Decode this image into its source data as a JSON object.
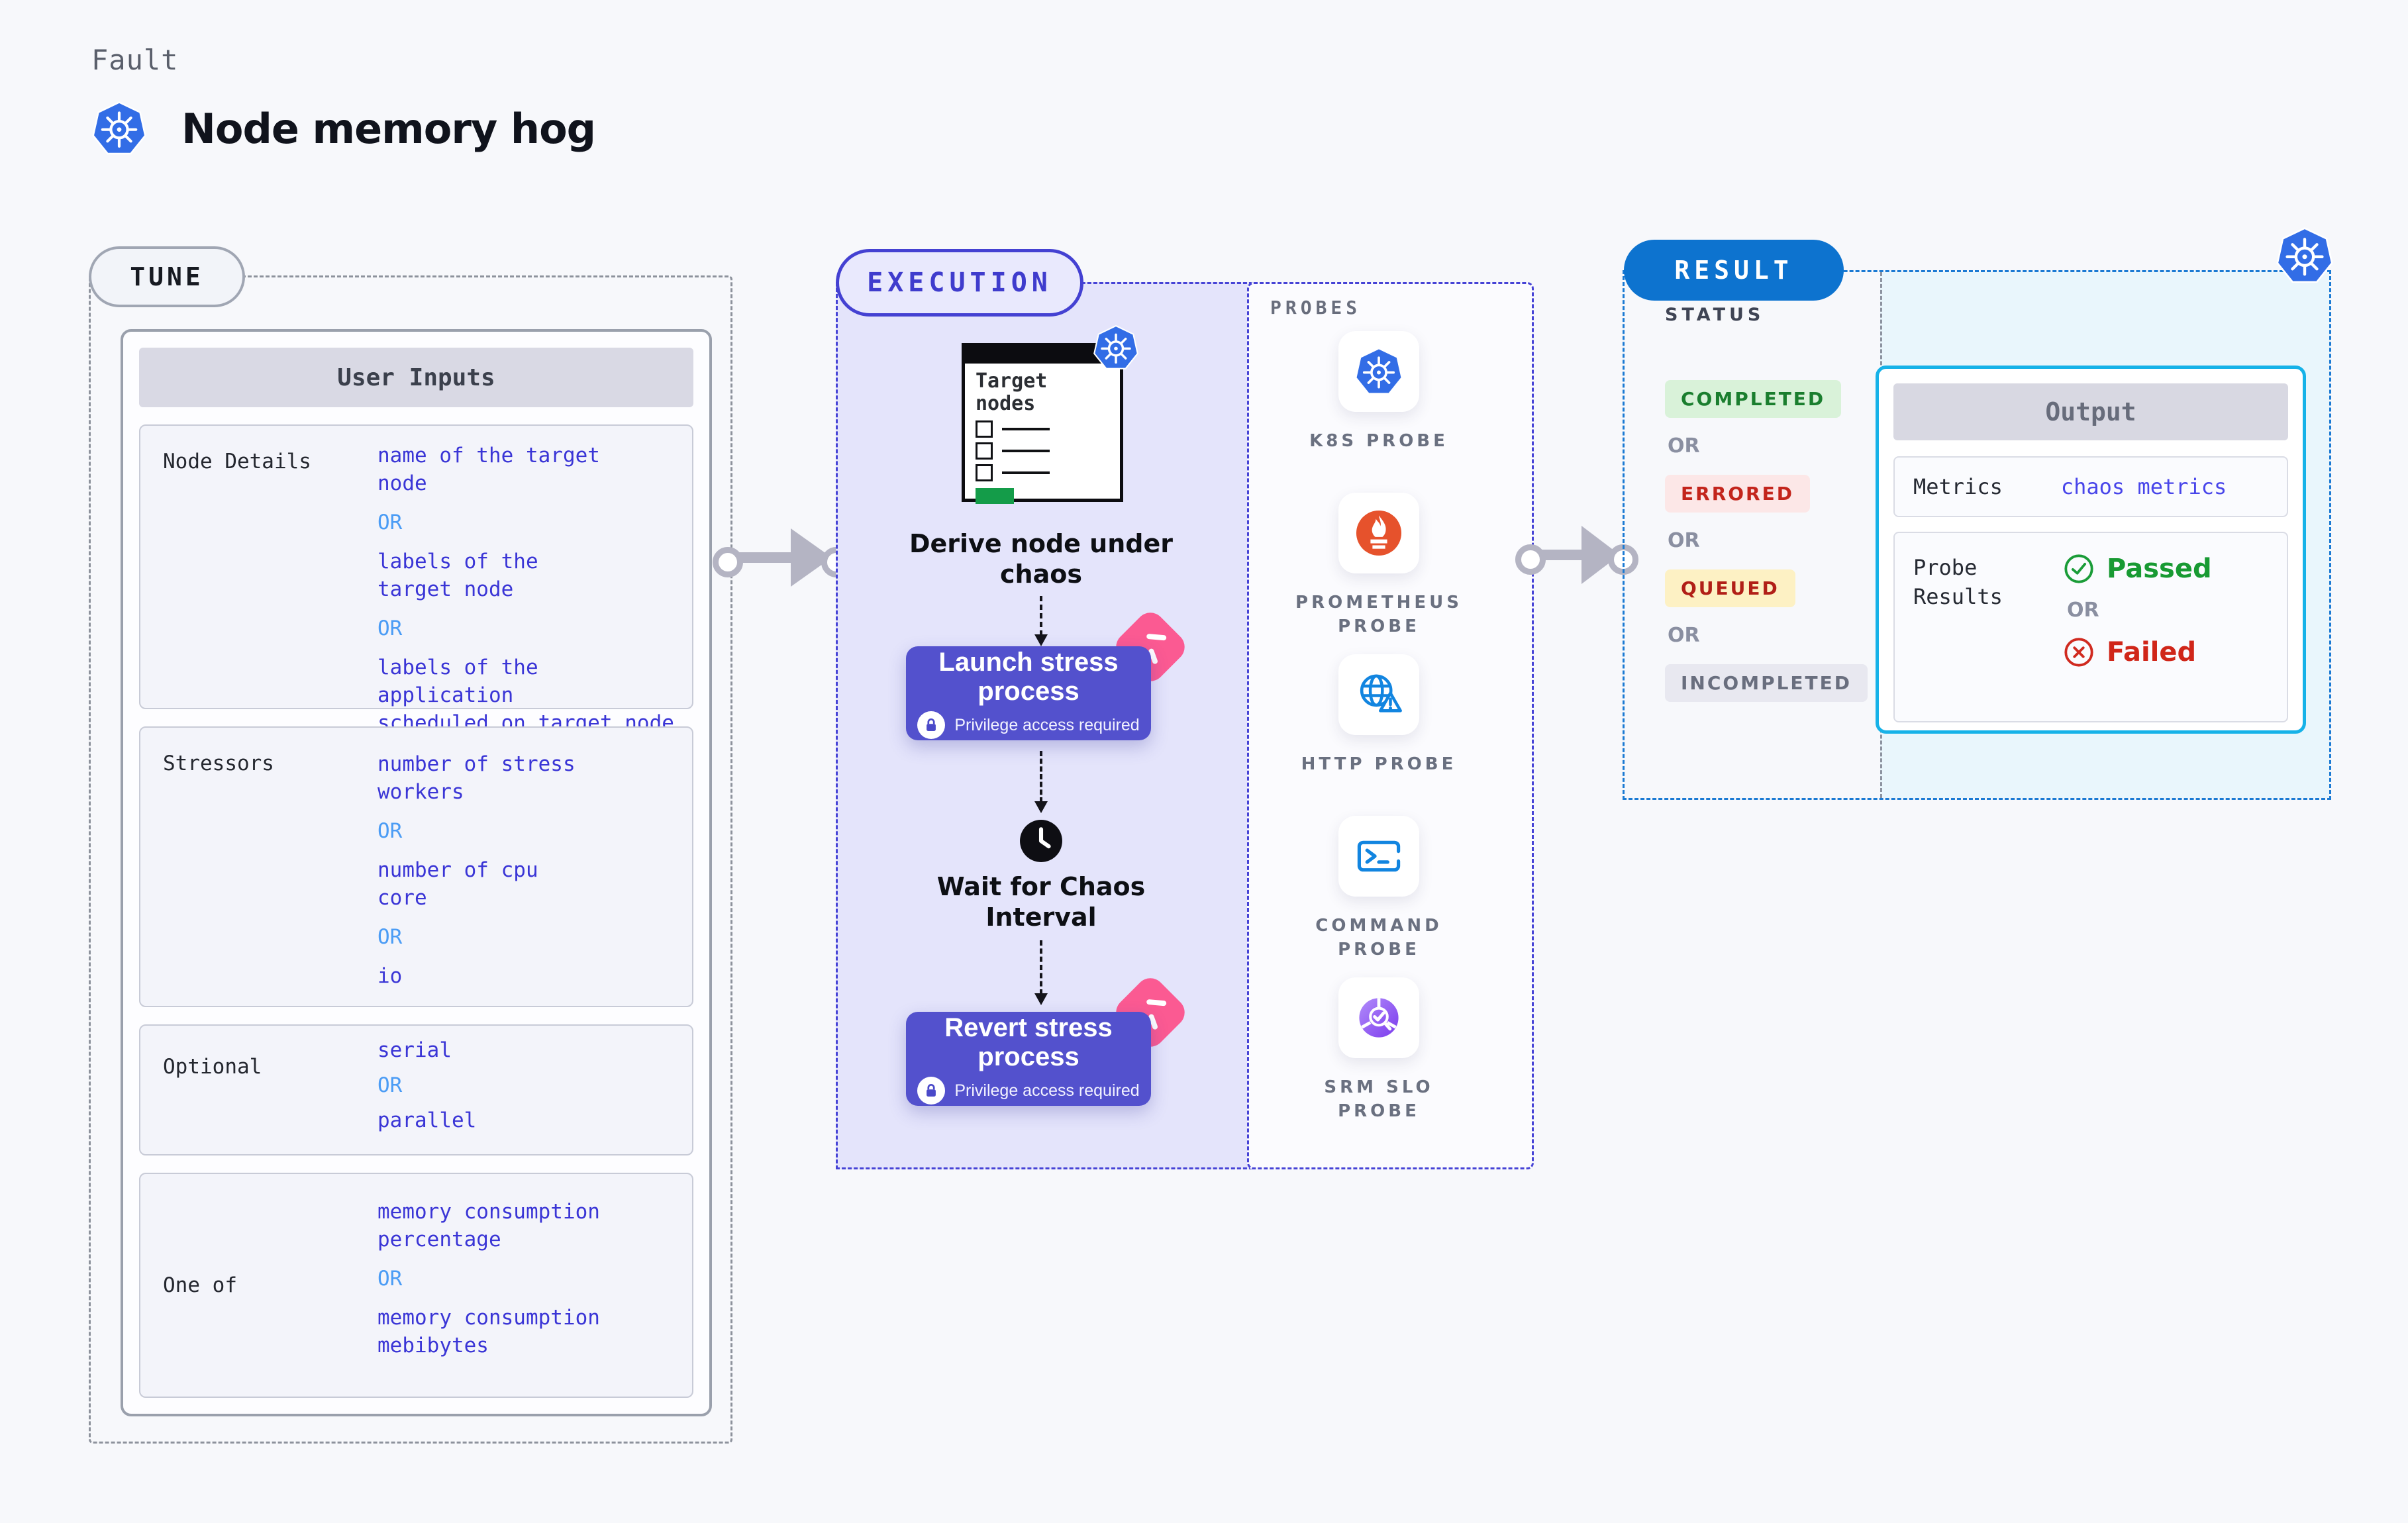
{
  "palette": {
    "k8s_blue": "#326de6",
    "exec_accent": "#4441d2",
    "button_bg": "#5351cd",
    "pink_badge": "#fb5a92",
    "result_blue": "#0d73cf",
    "output_border": "#16b2e8",
    "value_indigo": "#3a35d6",
    "or_blue": "#4b9cf5",
    "passed_green": "#189a33",
    "failed_red": "#d02619",
    "prometheus_orange": "#e6522c"
  },
  "header": {
    "kicker": "Fault",
    "title": "Node memory hog"
  },
  "tune": {
    "badge": "TUNE",
    "panel_title": "User Inputs",
    "or": "OR",
    "rows": [
      {
        "label": "Node Details",
        "options": [
          "name of the target\nnode",
          "labels of the\ntarget node",
          "labels of the application\nscheduled on target node"
        ]
      },
      {
        "label": "Stressors",
        "options": [
          "number of stress\nworkers",
          "number of cpu\ncore",
          "io"
        ]
      },
      {
        "label": "Optional",
        "options": [
          "serial",
          "parallel"
        ]
      },
      {
        "label": "One of",
        "options": [
          "memory consumption\npercentage",
          "memory consumption\nmebibytes"
        ]
      }
    ]
  },
  "execution": {
    "badge": "EXECUTION",
    "target_card_title": "Target nodes",
    "step1": "Derive node under chaos",
    "launch": {
      "title": "Launch stress process",
      "subtitle": "Privilege access required"
    },
    "wait": "Wait for Chaos Interval",
    "revert": {
      "title": "Revert stress process",
      "subtitle": "Privilege access required"
    }
  },
  "probes": {
    "title": "PROBES",
    "items": [
      {
        "label": "K8S PROBE",
        "icon": "kubernetes-icon"
      },
      {
        "label": "PROMETHEUS PROBE",
        "icon": "prometheus-icon"
      },
      {
        "label": "HTTP PROBE",
        "icon": "globe-warning-icon"
      },
      {
        "label": "COMMAND PROBE",
        "icon": "terminal-icon"
      },
      {
        "label": "SRM SLO PROBE",
        "icon": "slo-chart-icon"
      }
    ]
  },
  "result": {
    "badge": "RESULT",
    "status_title": "STATUS",
    "or": "OR",
    "statuses": [
      {
        "label": "COMPLETED",
        "fg": "#1a7e2e",
        "bg": "#d9f2d9"
      },
      {
        "label": "ERRORED",
        "fg": "#c3251c",
        "bg": "#fce7e7"
      },
      {
        "label": "QUEUED",
        "fg": "#b11f17",
        "bg": "#fdf1c4"
      },
      {
        "label": "INCOMPLETED",
        "fg": "#696e7e",
        "bg": "#e8e8f0"
      }
    ],
    "output": {
      "title": "Output",
      "metrics_label": "Metrics",
      "metrics_value": "chaos metrics",
      "probe_results_label": "Probe Results",
      "passed": "Passed",
      "failed": "Failed"
    }
  }
}
